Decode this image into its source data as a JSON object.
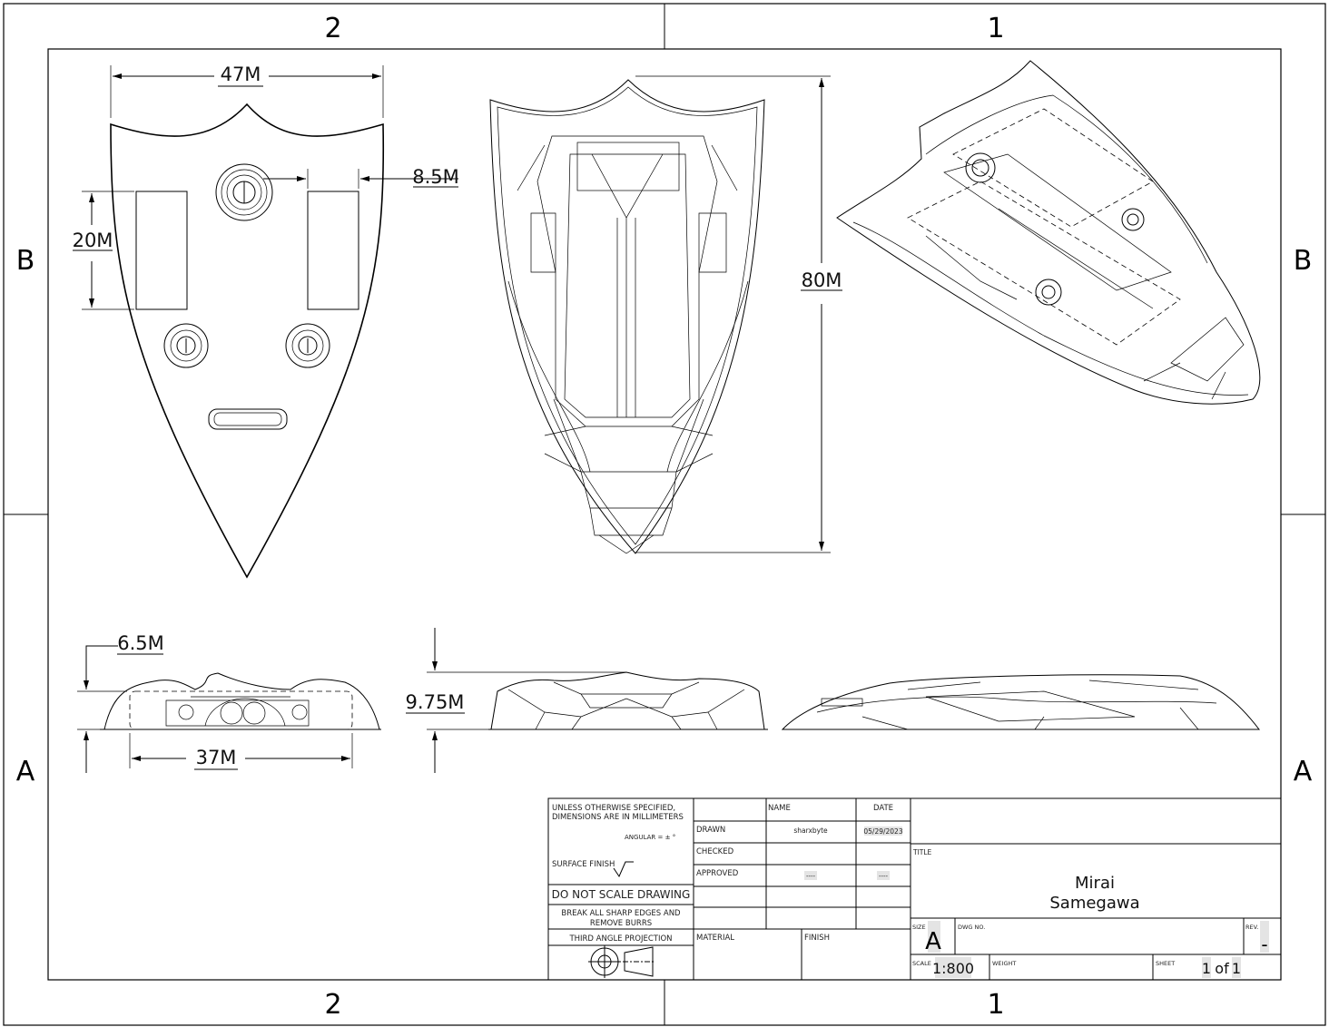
{
  "zones": {
    "top": [
      "2",
      "1"
    ],
    "bottom": [
      "2",
      "1"
    ],
    "left": [
      "B",
      "A"
    ],
    "right": [
      "B",
      "A"
    ]
  },
  "dimensions": {
    "front_width": "47M",
    "slot_offset": "8.5M",
    "slot_height": "20M",
    "top_length": "80M",
    "side_top_height": "6.5M",
    "side_width": "37M",
    "front_height": "9.75M"
  },
  "title_block": {
    "notes": {
      "line1": "UNLESS OTHERWISE SPECIFIED,",
      "line2": "DIMENSIONS ARE IN MILLIMETERS",
      "angular": "ANGULAR = ± °",
      "surface_finish": "SURFACE FINISH",
      "do_not_scale": "DO NOT SCALE DRAWING",
      "break_edges_1": "BREAK ALL SHARP EDGES AND",
      "break_edges_2": "REMOVE BURRS",
      "projection": "THIRD ANGLE PROJECTION"
    },
    "headers": {
      "name": "NAME",
      "date": "DATE"
    },
    "rows": [
      {
        "label": "DRAWN",
        "name": "sharxbyte",
        "date": "05/29/2023"
      },
      {
        "label": "CHECKED",
        "name": "",
        "date": ""
      },
      {
        "label": "APPROVED",
        "name": "----",
        "date": "----"
      }
    ],
    "material_label": "MATERIAL",
    "finish_label": "FINISH",
    "title_label": "TITLE",
    "title_line1": "Mirai",
    "title_line2": "Samegawa",
    "size_label": "SIZE",
    "size": "A",
    "dwg_no_label": "DWG NO.",
    "rev_label": "REV.",
    "rev": "-",
    "scale_label": "SCALE",
    "scale": "1:800",
    "weight_label": "WEIGHT",
    "sheet_label": "SHEET",
    "sheet_current": "1",
    "sheet_of": "of",
    "sheet_total": "1"
  }
}
